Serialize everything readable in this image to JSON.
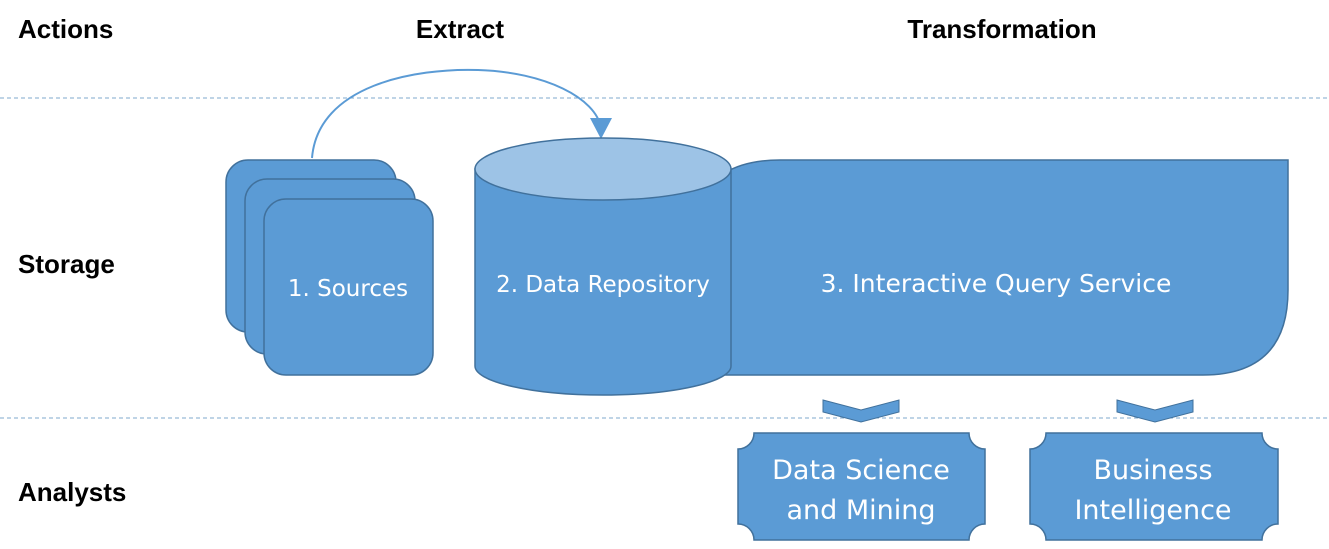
{
  "row_labels": {
    "actions": "Actions",
    "storage": "Storage",
    "analysts": "Analysts"
  },
  "column_labels": {
    "extract": "Extract",
    "transformation": "Transformation"
  },
  "nodes": {
    "sources": "1. Sources",
    "data_repository": "2. Data Repository",
    "query_service": "3. Interactive Query Service",
    "data_science": {
      "line1": "Data Science",
      "line2": "and Mining"
    },
    "business_intelligence": {
      "line1": "Business",
      "line2": "Intelligence"
    }
  },
  "colors": {
    "shape_fill": "#5b9bd5",
    "shape_stroke": "#41719c",
    "cylinder_top": "#9dc3e6",
    "divider": "#7fa8cc",
    "arrow": "#5b9bd5"
  }
}
